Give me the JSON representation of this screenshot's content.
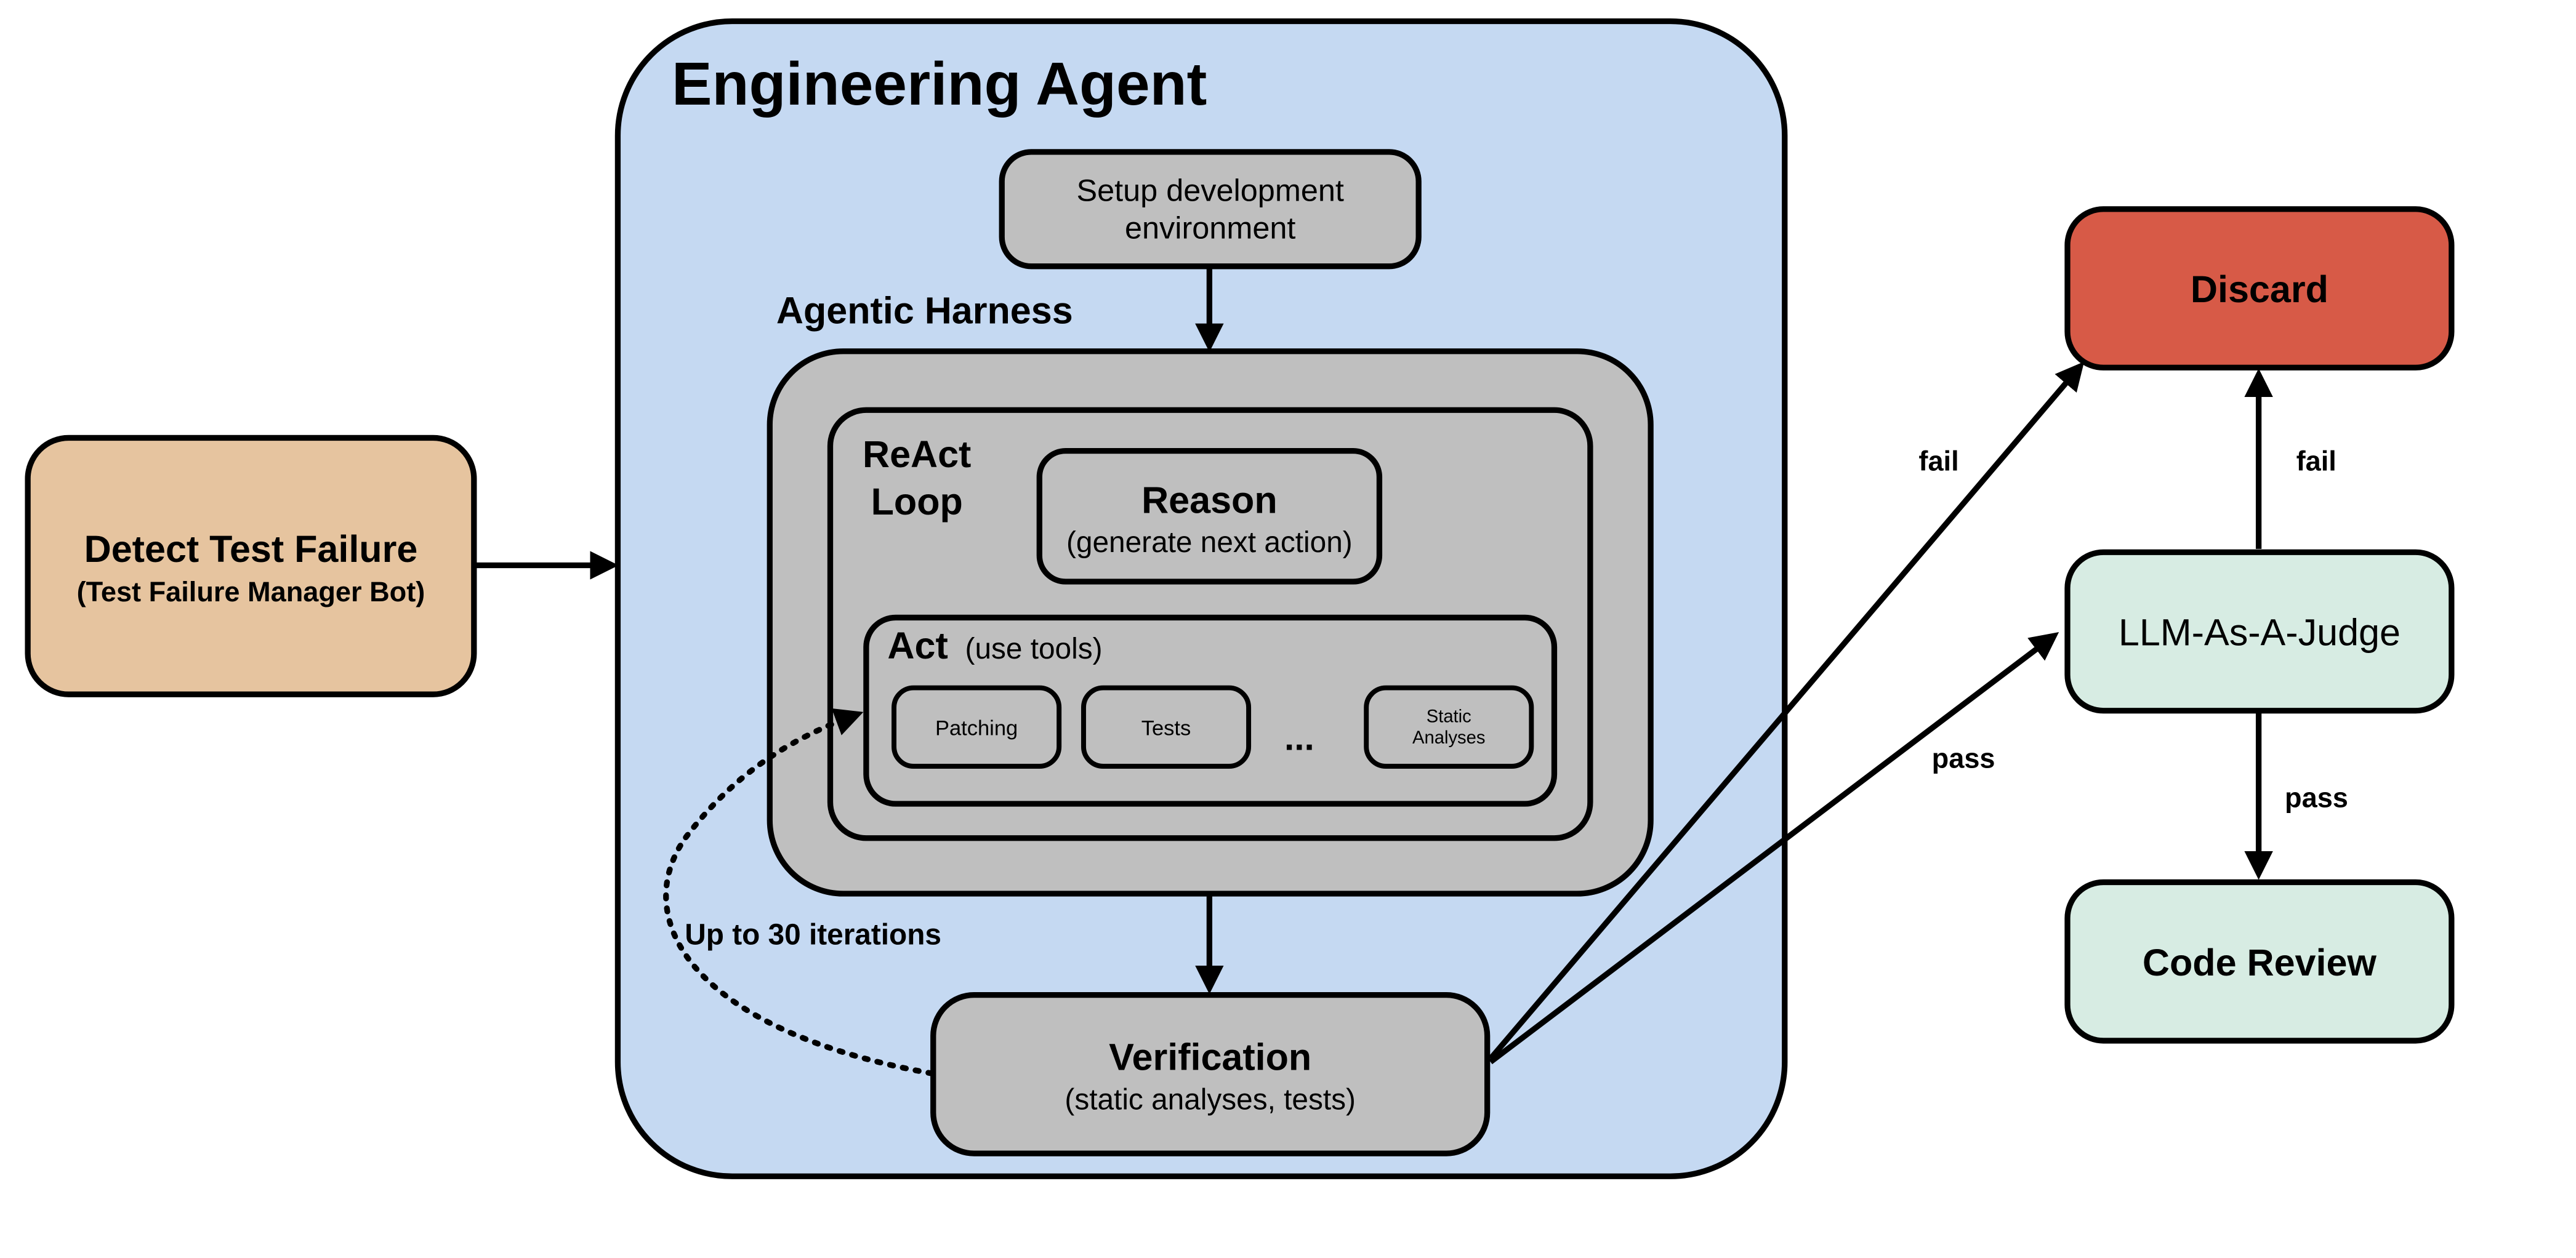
{
  "colors": {
    "agent_bg": "#c5d9f2",
    "gray_box": "#bfbfbf",
    "detect_bg": "#e6c49f",
    "discard_bg": "#d75a47",
    "judge_bg": "#d7ece3",
    "stroke": "#000000"
  },
  "detect": {
    "title": "Detect Test Failure",
    "subtitle": "(Test Failure Manager Bot)"
  },
  "agent": {
    "title": "Engineering Agent",
    "setup_line1": "Setup development",
    "setup_line2": "environment",
    "harness_label": "Agentic Harness",
    "react_line1": "ReAct",
    "react_line2": "Loop",
    "reason_title": "Reason",
    "reason_sub": "(generate next action)",
    "act_title": "Act",
    "act_sub": "(use tools)",
    "tools": {
      "patching": "Patching",
      "tests": "Tests",
      "ellipsis": "...",
      "static_line1": "Static",
      "static_line2": "Analyses"
    },
    "iterations_label": "Up to 30 iterations",
    "verification_title": "Verification",
    "verification_sub": "(static analyses, tests)"
  },
  "outcomes": {
    "discard": "Discard",
    "judge": "LLM-As-A-Judge",
    "code_review": "Code Review",
    "fail_to_discard": "fail",
    "pass_to_judge": "pass",
    "judge_fail": "fail",
    "judge_pass": "pass"
  }
}
